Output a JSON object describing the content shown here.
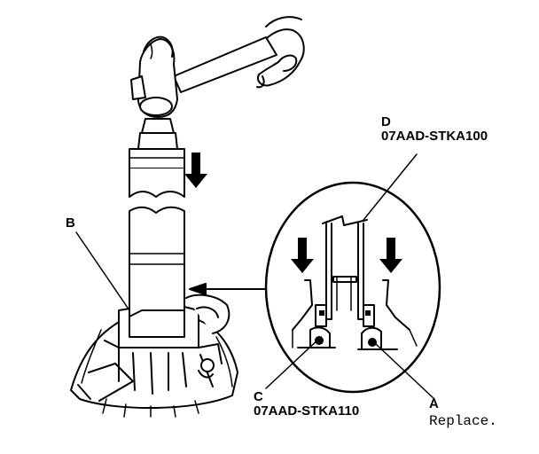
{
  "callouts": {
    "a": {
      "letter": "A",
      "note": "Replace."
    },
    "b": {
      "letter": "B"
    },
    "c": {
      "letter": "C",
      "part_number": "07AAD-STKA110"
    },
    "d": {
      "letter": "D",
      "part_number": "07AAD-STKA100"
    }
  },
  "colors": {
    "ink": "#000000",
    "paper": "#ffffff",
    "shade": "#d9d9d9"
  }
}
